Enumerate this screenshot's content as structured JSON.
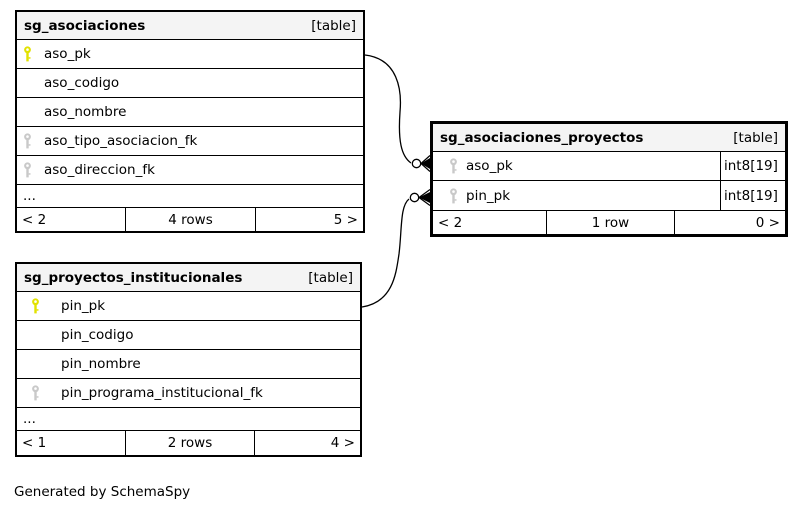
{
  "page": {
    "footer_note": "Generated by SchemaSpy"
  },
  "colors": {
    "primary_key": "#e2e200",
    "foreign_key": "#c9c9c9",
    "header_background": "#f4f4f4",
    "border": "#000000",
    "background": "#ffffff"
  },
  "tables": [
    {
      "name": "sg_asociaciones",
      "kind": "[table]",
      "columns": [
        {
          "name": "aso_pk",
          "key": "primary"
        },
        {
          "name": "aso_codigo",
          "key": "none"
        },
        {
          "name": "aso_nombre",
          "key": "none"
        },
        {
          "name": "aso_tipo_asociacion_fk",
          "key": "foreign"
        },
        {
          "name": "aso_direccion_fk",
          "key": "foreign"
        }
      ],
      "ellipsis": "...",
      "stats": {
        "prev": "< 2",
        "rows": "4 rows",
        "next": "5 >"
      }
    },
    {
      "name": "sg_asociaciones_proyectos",
      "kind": "[table]",
      "columns": [
        {
          "name": "aso_pk",
          "key": "foreign",
          "type": "int8[19]"
        },
        {
          "name": "pin_pk",
          "key": "foreign",
          "type": "int8[19]"
        }
      ],
      "stats": {
        "prev": "< 2",
        "rows": "1 row",
        "next": "0 >"
      }
    },
    {
      "name": "sg_proyectos_institucionales",
      "kind": "[table]",
      "columns": [
        {
          "name": "pin_pk",
          "key": "primary"
        },
        {
          "name": "pin_codigo",
          "key": "none"
        },
        {
          "name": "pin_nombre",
          "key": "none"
        },
        {
          "name": "pin_programa_institucional_fk",
          "key": "foreign"
        }
      ],
      "ellipsis": "...",
      "stats": {
        "prev": "< 1",
        "rows": "2 rows",
        "next": "4 >"
      }
    }
  ],
  "relationships": [
    {
      "from_table": "sg_asociaciones",
      "from_column": "aso_pk",
      "to_table": "sg_asociaciones_proyectos",
      "to_column": "aso_pk"
    },
    {
      "from_table": "sg_proyectos_institucionales",
      "from_column": "pin_pk",
      "to_table": "sg_asociaciones_proyectos",
      "to_column": "pin_pk"
    }
  ]
}
